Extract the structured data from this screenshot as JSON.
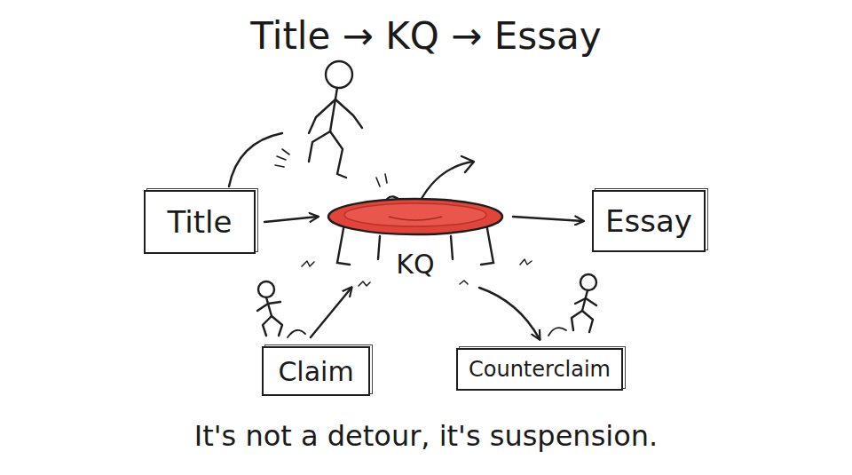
{
  "diagram": {
    "title": "Title → KQ → Essay",
    "caption": "It's not a detour, it's suspension.",
    "nodes": [
      {
        "text": [
          "Title"
        ]
      },
      {
        "text": [
          "KQ"
        ]
      },
      {
        "text": [
          "Essay"
        ]
      },
      {
        "text": [
          "Claim"
        ]
      },
      {
        "text": [
          "Counterclaim"
        ]
      }
    ],
    "edges": [
      {
        "from": 0,
        "to": 1,
        "arrow": "to"
      },
      {
        "from": 1,
        "to": 2,
        "arrow": "to"
      },
      {
        "from": 3,
        "to": 1,
        "arrow": "to"
      },
      {
        "from": 1,
        "to": 4,
        "arrow": "to"
      }
    ]
  }
}
